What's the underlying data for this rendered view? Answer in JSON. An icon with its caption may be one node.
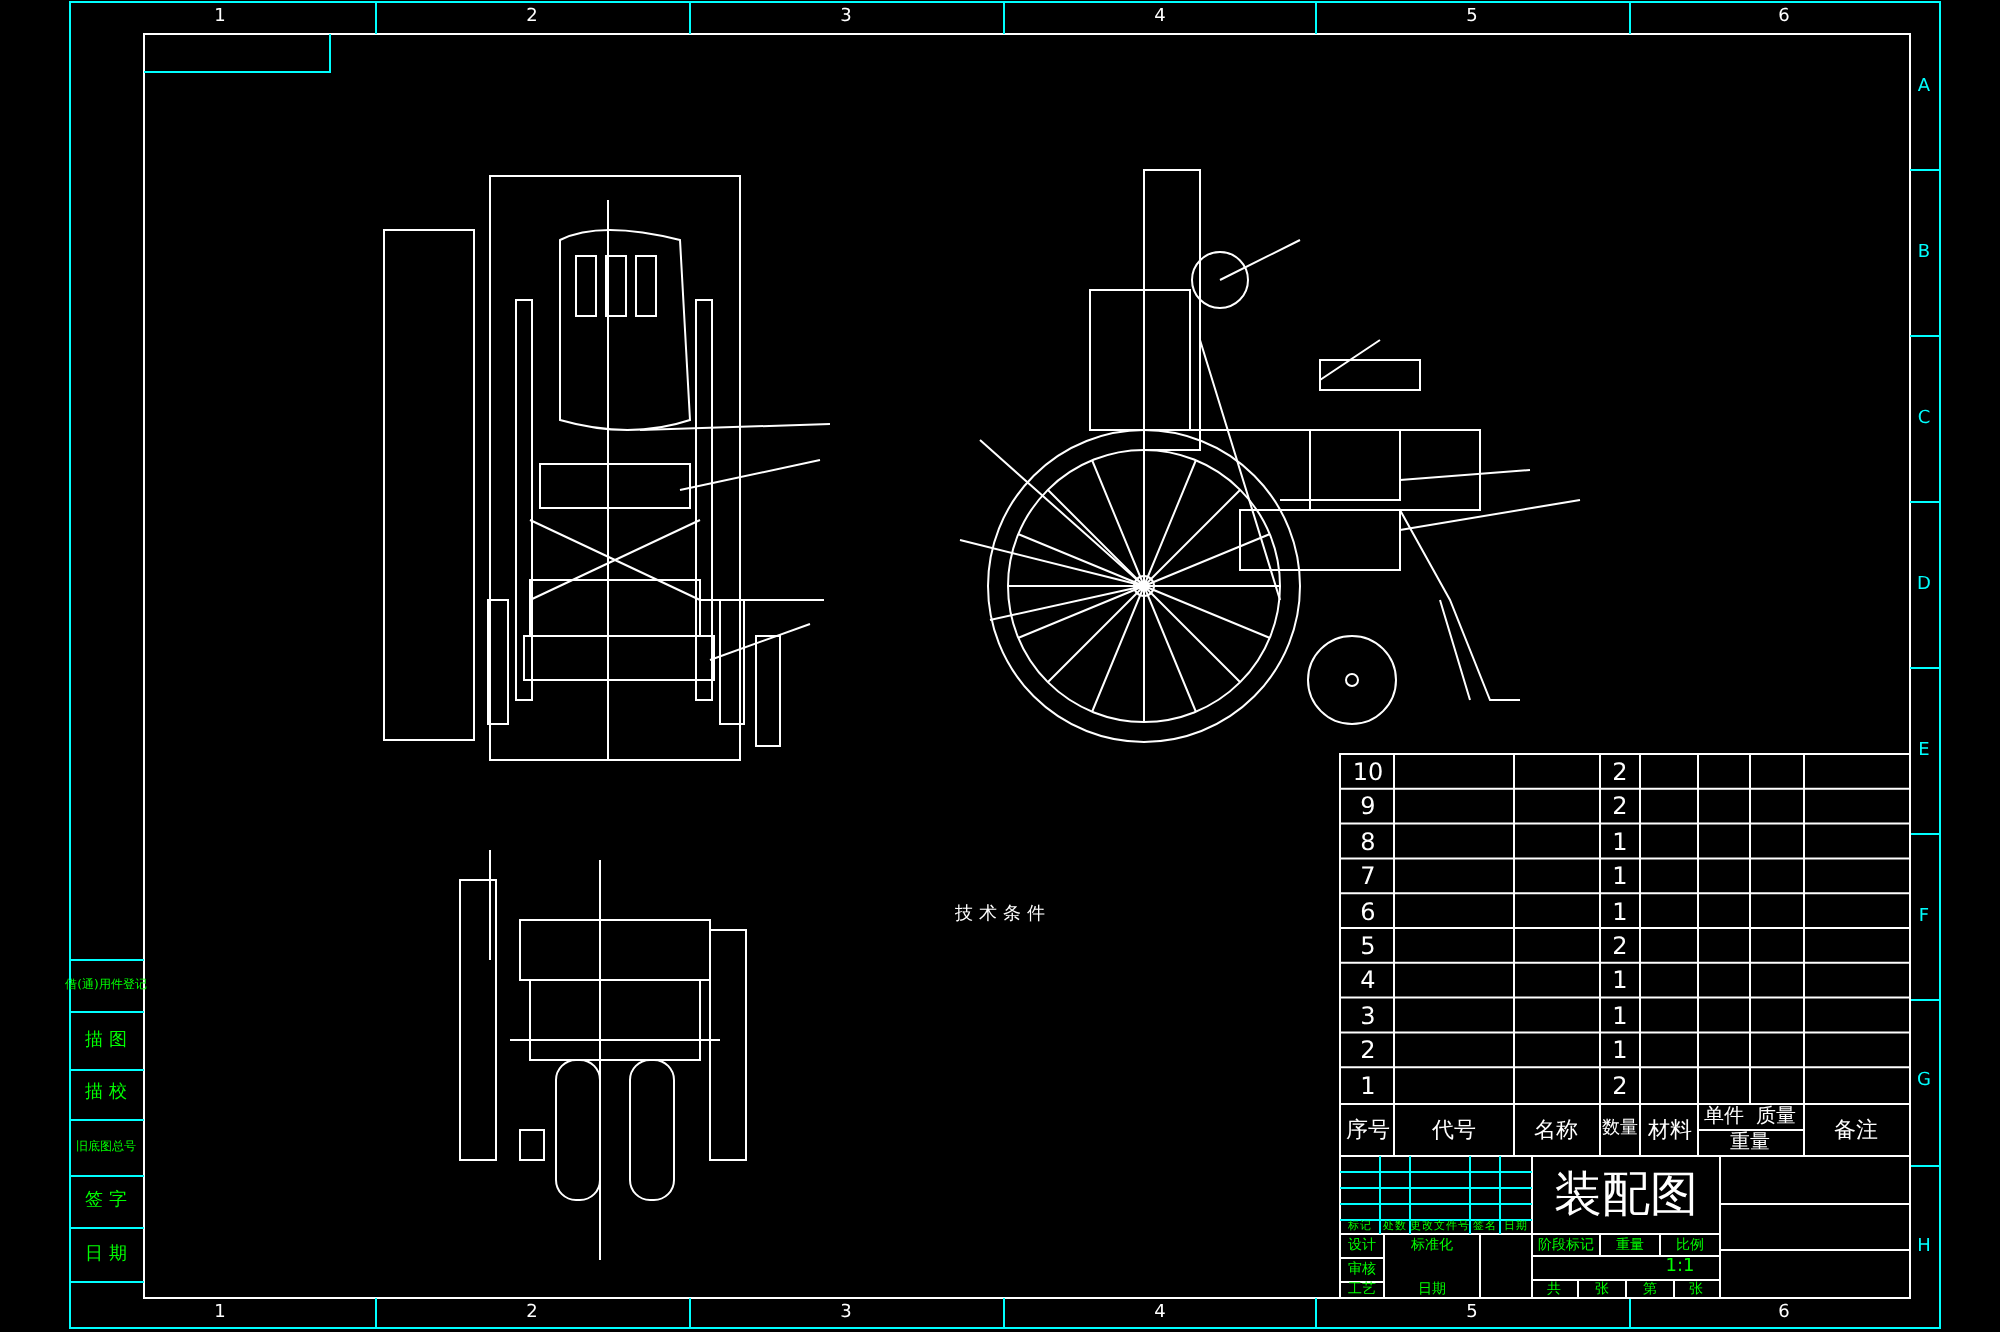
{
  "diagram": {
    "labels": [
      "1",
      "2",
      "3",
      "4",
      "5",
      "6",
      "A",
      "B",
      "C",
      "D",
      "E",
      "F",
      "G",
      "H",
      "1",
      "2",
      "3",
      "4",
      "5",
      "6",
      "借(通)用件登记",
      "描 图",
      "描 校",
      "旧底图总号",
      "签 字",
      "日 期",
      "技 术 条 件",
      "10",
      "2",
      "9",
      "2",
      "8",
      "1",
      "7",
      "1",
      "6",
      "1",
      "5",
      "2",
      "4",
      "1",
      "3",
      "1",
      "2",
      "1",
      "1",
      "2",
      "序号",
      "代号",
      "名称",
      "数量",
      "材料",
      "单件",
      "质量",
      "重量",
      "备注",
      "装配图",
      "标记",
      "处数",
      "更改文件号",
      "签名",
      "日期",
      "设计",
      "标准化",
      "阶段标记",
      "重量",
      "比例",
      "审核",
      "1:1",
      "工艺",
      "日期",
      "共",
      "张",
      "第",
      "张"
    ]
  }
}
